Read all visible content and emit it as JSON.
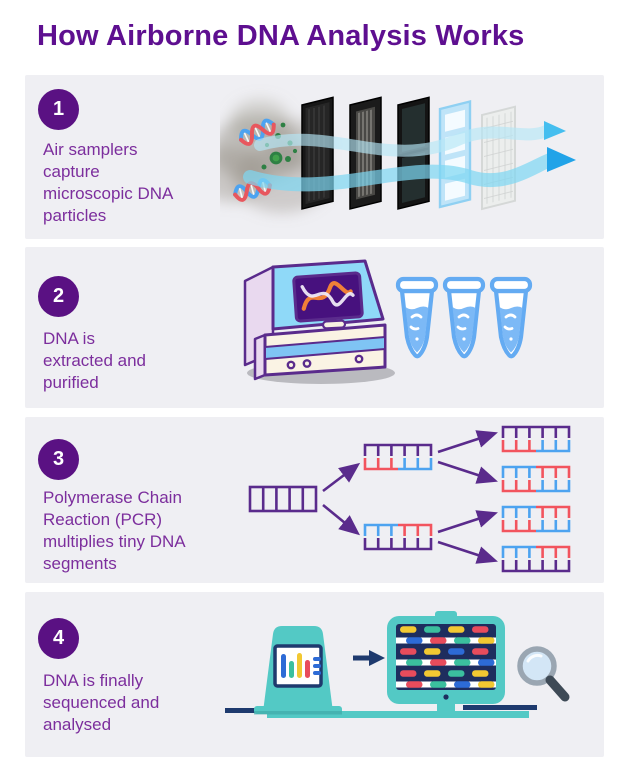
{
  "title": "How Airborne DNA Analysis Works",
  "steps": [
    {
      "number": "1",
      "label": "Air samplers\ncapture\nmicroscopic DNA\nparticles",
      "illustration": "air-filter-stack"
    },
    {
      "number": "2",
      "label": "DNA is\nextracted and\npurified",
      "illustration": "extraction-machine-and-tubes"
    },
    {
      "number": "3",
      "label": "Polymerase Chain\nReaction (PCR)\nmultiplies tiny DNA\nsegments",
      "illustration": "pcr-amplification-tree"
    },
    {
      "number": "4",
      "label": "DNA is finally\nsequenced and\nanalysed",
      "illustration": "sequencer-monitor-magnifier"
    }
  ],
  "colors": {
    "title_text": "#5E0F90",
    "step_text": "#7C2E9D",
    "step_badge_bg": "#5A1183",
    "step_badge_text": "#FFFFFF",
    "panel_bg": "#EFEFF3",
    "page_bg": "#FFFFFF",
    "dna_red": "#E8575E",
    "dna_blue": "#4DA3F0",
    "particle_green": "#2E8044",
    "smoke_gray": "#8E897F",
    "airflow_light": "#9FDCF4",
    "airflow_dark": "#21A3E8",
    "pcr_purple": "#5A2B8C",
    "pcr_red": "#F2545E",
    "pcr_blue": "#4DA3F0",
    "machine_blue": "#8FD9F8",
    "machine_cream": "#FAF3E4",
    "machine_lavender": "#E9D9EF",
    "machine_outline": "#5A2B8C",
    "machine_screen_purple": "#47117E",
    "tube_blue": "#64ABF2",
    "tube_liquid": "#7CB9F6",
    "teal": "#53C9C5",
    "navy": "#1E2D5E",
    "seq_yellow": "#F2C832",
    "seq_teal": "#3BBF9E",
    "seq_red": "#E84C5C",
    "seq_blue": "#2D6BD6",
    "magnifier_ring": "#9AA6B2",
    "magnifier_lens": "#D3E6F6",
    "magnifier_handle": "#3E4A56"
  },
  "sequence_display": {
    "pill_rows": [
      [
        "yellow",
        "teal",
        "yellow",
        "red"
      ],
      [
        "blue",
        "red",
        "teal",
        "yellow"
      ],
      [
        "red",
        "yellow",
        "blue",
        "red"
      ],
      [
        "teal",
        "red",
        "teal",
        "blue"
      ],
      [
        "red",
        "yellow",
        "teal",
        "yellow"
      ],
      [
        "red",
        "teal",
        "blue",
        "yellow"
      ]
    ]
  }
}
